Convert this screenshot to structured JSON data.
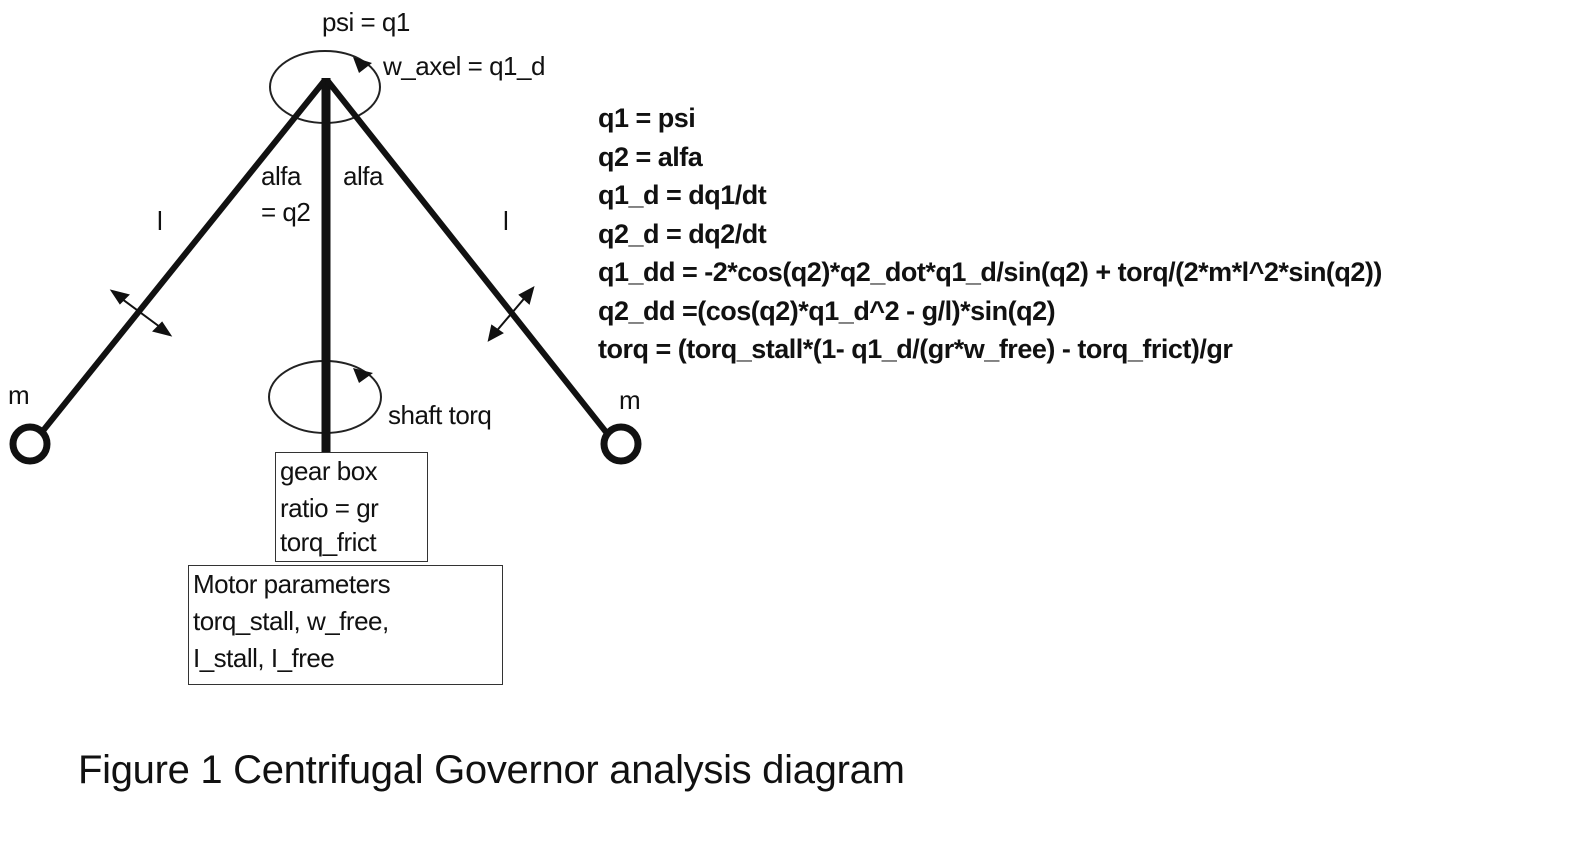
{
  "labels": {
    "psi": "psi = q1",
    "w_axel": "w_axel = q1_d",
    "alfa_left_line1": "alfa",
    "alfa_left_line2": "= q2",
    "alfa_right": "alfa",
    "l_left": "l",
    "l_right": "l",
    "m_left": "m",
    "m_right": "m",
    "shaft_torq": "shaft torq"
  },
  "gearbox": {
    "lines": [
      "gear box",
      "ratio = gr",
      "torq_frict"
    ]
  },
  "motor": {
    "lines": [
      "Motor  parameters",
      "torq_stall, w_free,",
      "I_stall, I_free"
    ]
  },
  "equations": [
    "q1 = psi",
    "q2 = alfa",
    "q1_d = dq1/dt",
    "q2_d = dq2/dt",
    "q1_dd = -2*cos(q2)*q2_dot*q1_d/sin(q2) + torq/(2*m*l^2*sin(q2))",
    "q2_dd =(cos(q2)*q1_d^2 - g/l)*sin(q2)",
    "torq = (torq_stall*(1- q1_d/(gr*w_free) - torq_frict)/gr"
  ],
  "caption": "Figure 1 Centrifugal Governor analysis diagram",
  "colors": {
    "ink": "#111111",
    "background": "#ffffff"
  }
}
